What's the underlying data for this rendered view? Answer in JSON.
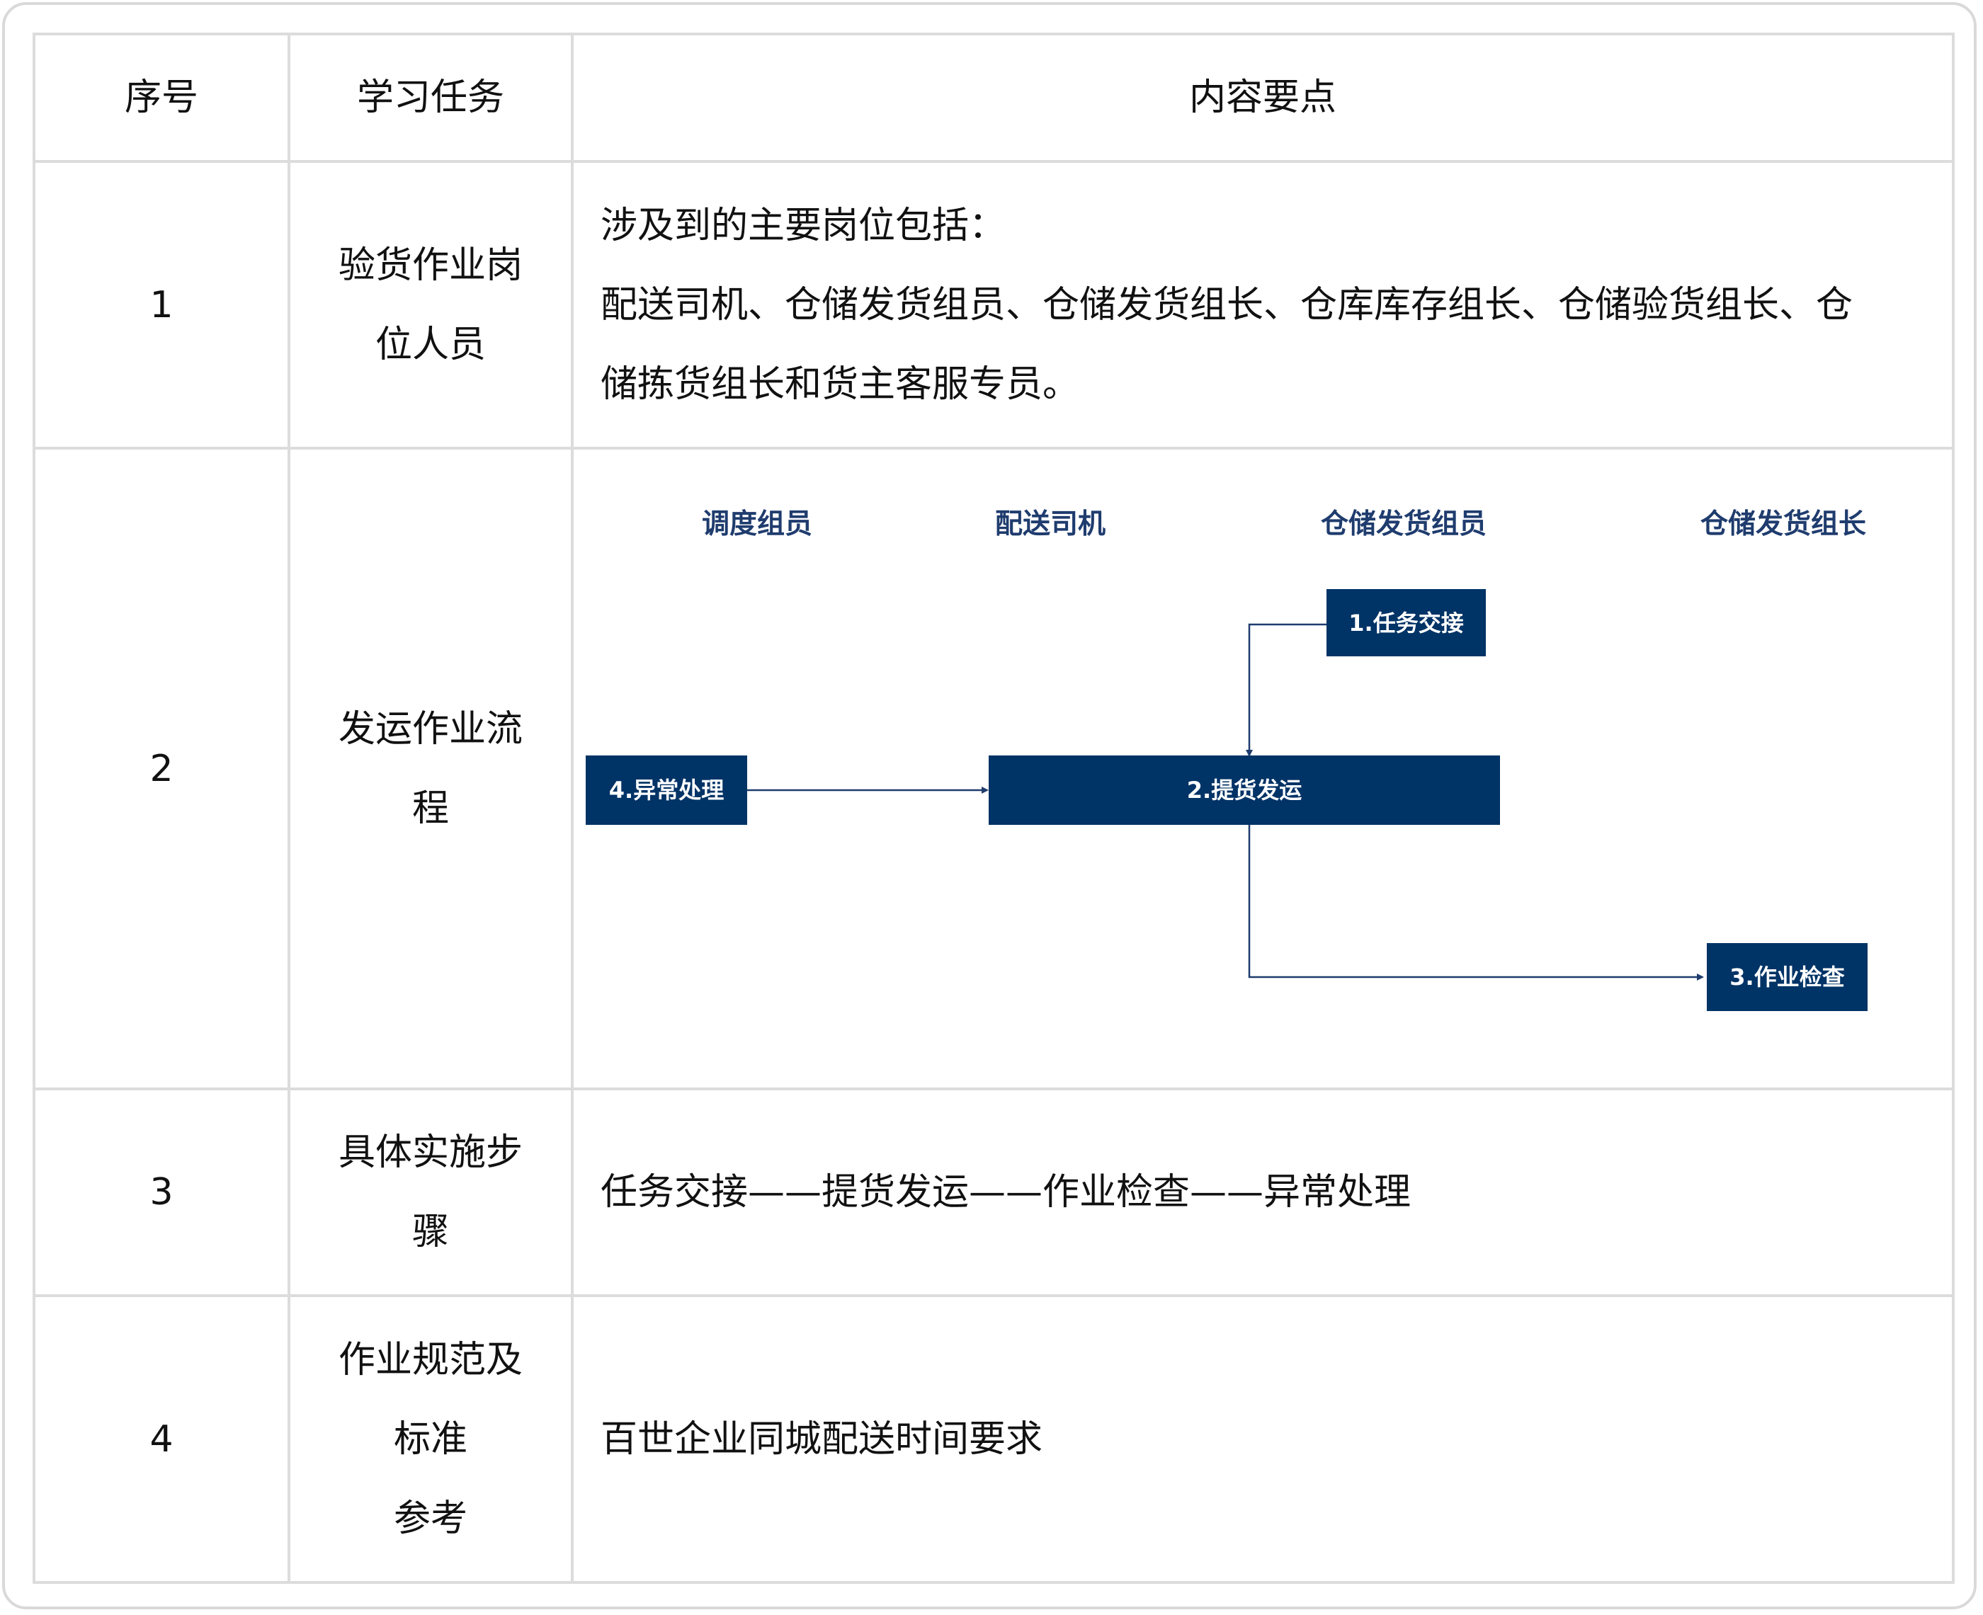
{
  "table": {
    "headers": [
      "序号",
      "学习任务",
      "内容要点"
    ],
    "rows": [
      {
        "no": "1",
        "task_lines": [
          "验货作业岗",
          "位人员"
        ],
        "content_lines": [
          "涉及到的主要岗位包括：",
          "配送司机、仓储发货组员、仓储发货组长、仓库库存组长、仓储验货组长、仓",
          "储拣货组长和货主客服专员。"
        ]
      },
      {
        "no": "2",
        "task_lines": [
          "发运作业流",
          "程"
        ],
        "diagram": {
          "lanes": [
            "调度组员",
            "配送司机",
            "仓储发货组员",
            "仓储发货组长"
          ],
          "nodes": {
            "task_handover": "1.任务交接",
            "pickup_ship": "2.提货发运",
            "work_check": "3.作业检查",
            "exception": "4.异常处理"
          },
          "colors": {
            "node_fill": "#003366",
            "lane_text": "#1f3c6e",
            "arrow": "#1f3c6e"
          }
        }
      },
      {
        "no": "3",
        "task_lines": [
          "具体实施步",
          "骤"
        ],
        "content_lines": [
          "任务交接——提货发运——作业检查——异常处理"
        ]
      },
      {
        "no": "4",
        "task_lines": [
          "作业规范及",
          "标准",
          "参考"
        ],
        "content_lines": [
          "百世企业同城配送时间要求"
        ]
      }
    ]
  }
}
